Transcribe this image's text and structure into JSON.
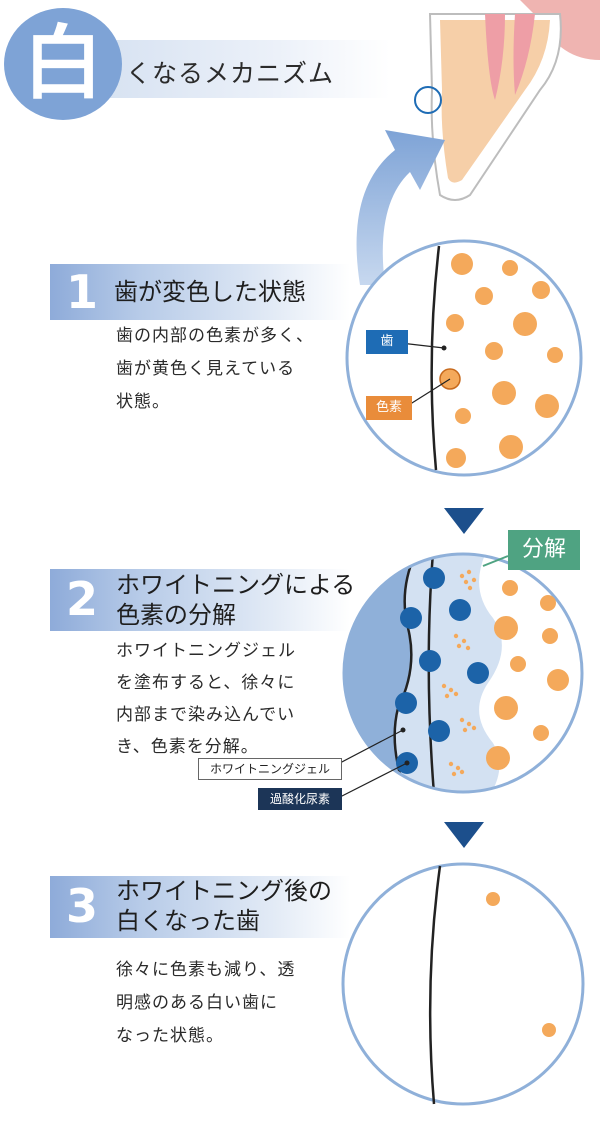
{
  "header": {
    "badge_char": "白",
    "title": "くなるメカニズム"
  },
  "steps": [
    {
      "number": "1",
      "title_lines": [
        "歯が変色した状態"
      ],
      "description_lines": [
        "歯の内部の色素が多く、",
        "歯が黄色く見えている",
        "状態。"
      ],
      "labels": {
        "tooth": "歯",
        "pigment": "色素"
      }
    },
    {
      "number": "2",
      "title_lines": [
        "ホワイトニングによる",
        "色素の分解"
      ],
      "description_lines": [
        "ホワイトニングジェル",
        "を塗布すると、徐々に",
        "内部まで染み込んでい",
        "き、色素を分解。"
      ],
      "labels": {
        "gel": "ホワイトニングジェル",
        "peroxide": "過酸化尿素",
        "decompose": "分解"
      }
    },
    {
      "number": "3",
      "title_lines": [
        "ホワイトニング後の",
        "白くなった歯"
      ],
      "description_lines": [
        "徐々に色素も減り、透",
        "明感のある白い歯に",
        "なった状態。"
      ]
    }
  ],
  "colors": {
    "accent_blue": "#7ea3d6",
    "circle_border": "#8fb0d9",
    "pigment_orange": "#f4a95b",
    "peroxide_blue": "#1c63a8",
    "label_green": "#4fa382",
    "arrow_navy": "#1c4f8c"
  }
}
